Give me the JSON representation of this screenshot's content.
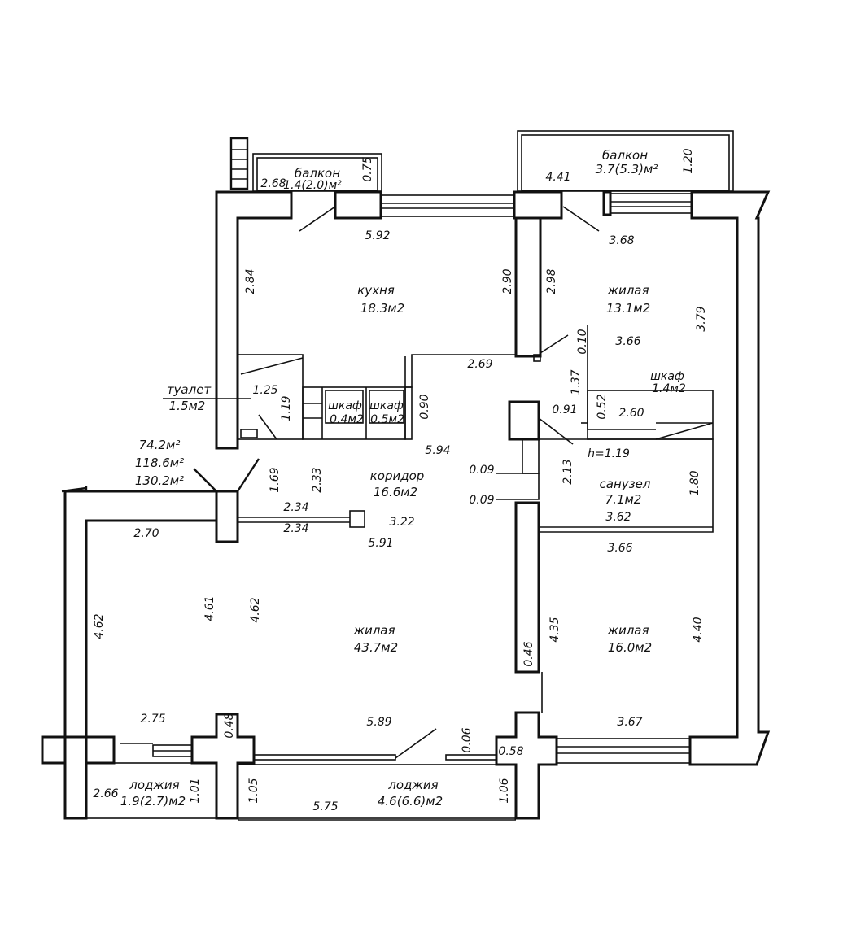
{
  "plan": {
    "rooms": {
      "kitchen": {
        "name": "кухня",
        "area": "18.3м2"
      },
      "living_ne": {
        "name": "жилая",
        "area": "13.1м2"
      },
      "toilet": {
        "name": "туалет",
        "area": "1.5м2"
      },
      "closet_a": {
        "name": "шкаф",
        "area": "0.4м2"
      },
      "closet_b": {
        "name": "шкаф",
        "area": "0.5м2"
      },
      "closet_ne": {
        "name": "шкаф",
        "area": "1.4м2"
      },
      "corridor": {
        "name": "коридор",
        "area": "16.6м2"
      },
      "bathroom": {
        "name": "санузел",
        "area": "7.1м2"
      },
      "living_main": {
        "name": "жилая",
        "area": "43.7м2"
      },
      "living_se": {
        "name": "жилая",
        "area": "16.0м2"
      },
      "balcony_nw": {
        "name": "балкон",
        "area": "1.4(2.0)м²"
      },
      "balcony_ne": {
        "name": "балкон",
        "area": "3.7(5.3)м²"
      },
      "loggia_sw": {
        "name": "лоджия",
        "area": "1.9(2.7)м2"
      },
      "loggia_s": {
        "name": "лоджия",
        "area": "4.6(6.6)м2"
      }
    },
    "totals": [
      "74.2м²",
      "118.6м²",
      "130.2м²"
    ],
    "ceiling_height": "h=1.19",
    "dimensions": {
      "d268": "2.68",
      "d075": "0.75",
      "d441": "4.41",
      "d120": "1.20",
      "d592": "5.92",
      "d368": "3.68",
      "d284": "2.84",
      "d290": "2.90",
      "d298": "2.98",
      "d379": "3.79",
      "d010": "0.10",
      "d366a": "3.66",
      "d269": "2.69",
      "d137": "1.37",
      "d125": "1.25",
      "d119": "1.19",
      "d090": "0.90",
      "d091": "0.91",
      "d052": "0.52",
      "d260": "2.60",
      "d594": "5.94",
      "d169": "1.69",
      "d233": "2.33",
      "d009a": "0.09",
      "d213": "2.13",
      "d180": "1.80",
      "d234a": "2.34",
      "d009b": "0.09",
      "d362": "3.62",
      "d270": "2.70",
      "d234b": "2.34",
      "d322": "3.22",
      "d591": "5.91",
      "d366b": "3.66",
      "d462a": "4.62",
      "d461": "4.61",
      "d462b": "4.62",
      "d435": "4.35",
      "d440": "4.40",
      "d046": "0.46",
      "d275": "2.75",
      "d048": "0.48",
      "d589": "5.89",
      "d006": "0.06",
      "d058": "0.58",
      "d367": "3.67",
      "d266": "2.66",
      "d101": "1.01",
      "d105": "1.05",
      "d575": "5.75",
      "d106": "1.06"
    }
  }
}
